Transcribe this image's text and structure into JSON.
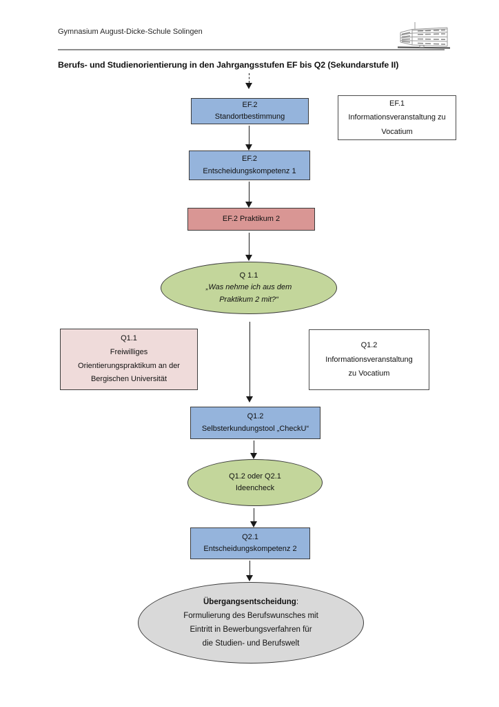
{
  "page": {
    "header_text": "Gymnasium August-Dicke-Schule Solingen",
    "title": "Berufs- und Studienorientierung in den Jahrgangsstufen EF bis Q2 (Sekundarstufe II)"
  },
  "logo": {
    "name": "school-building-sketch"
  },
  "colors": {
    "box_blue": "#95b4dc",
    "box_red": "#d99694",
    "box_pink": "#efdbda",
    "box_white": "#ffffff",
    "ellipse_green": "#c3d69b",
    "ellipse_gray": "#d9d9d9",
    "border_dark": "#3a3a3a",
    "divider_gray": "#8c8c8c"
  },
  "flowchart": {
    "ef2_standortbestimmung": {
      "l1": "EF.2",
      "l2": "Standortbestimmung"
    },
    "ef1_vocatium": {
      "l1": "EF.1",
      "l2": "Informationsveranstaltung zu",
      "l3": "Vocatium"
    },
    "ef2_entscheidungskompetenz1": {
      "l1": "EF.2",
      "l2": "Entscheidungskompetenz 1"
    },
    "ef2_praktikum2": {
      "l1": "EF.2 Praktikum 2"
    },
    "q11_reflexion": {
      "l1": "Q 1.1",
      "l2": "„Was nehme ich aus dem",
      "l3": "Praktikum 2 mit?“"
    },
    "q11_orientierungspraktikum": {
      "l1": "Q1.1",
      "l2": "Freiwilliges",
      "l3": "Orientierungspraktikum an der",
      "l4": "Bergischen Universität"
    },
    "q12_vocatium": {
      "l1": "Q1.2",
      "l2": "Informationsveranstaltung",
      "l3": "zu Vocatium"
    },
    "q12_checku": {
      "l1": "Q1.2",
      "l2": "Selbsterkundungstool „CheckU“"
    },
    "ideencheck": {
      "l1": "Q1.2 oder Q2.1",
      "l2": "Ideencheck"
    },
    "q21_entscheidungskompetenz2": {
      "l1": "Q2.1",
      "l2": "Entscheidungskompetenz 2"
    },
    "uebergangsentscheidung": {
      "bold": "Übergangsentscheidung",
      "colon": ":",
      "l2": "Formulierung des Berufswunsches mit",
      "l3": "Eintritt in Bewerbungsverfahren für",
      "l4": "die Studien- und Berufswelt"
    }
  }
}
